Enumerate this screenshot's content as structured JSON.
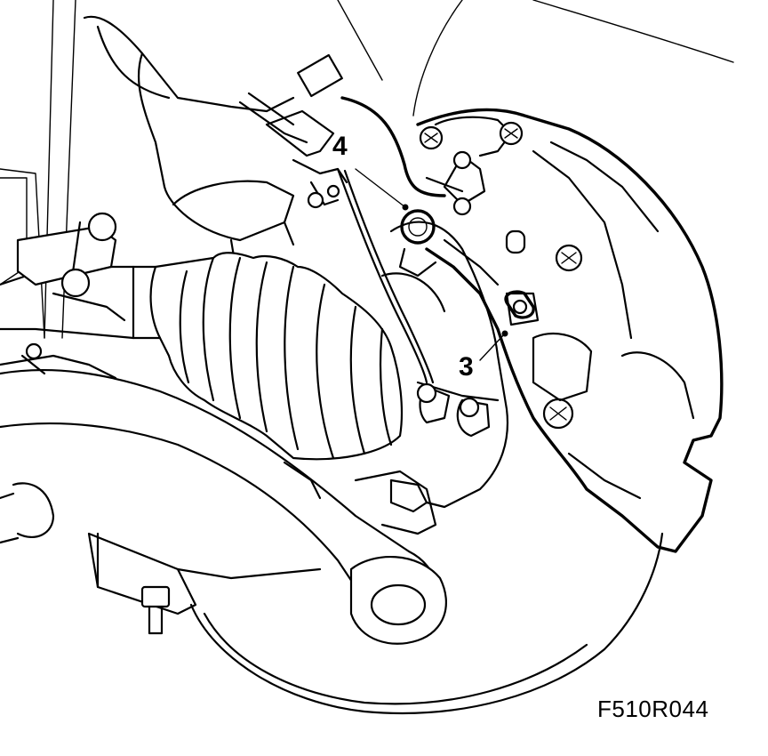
{
  "figure": {
    "code": "F510R044",
    "callouts": [
      {
        "id": "4",
        "label": "4"
      },
      {
        "id": "3",
        "label": "3"
      }
    ]
  }
}
